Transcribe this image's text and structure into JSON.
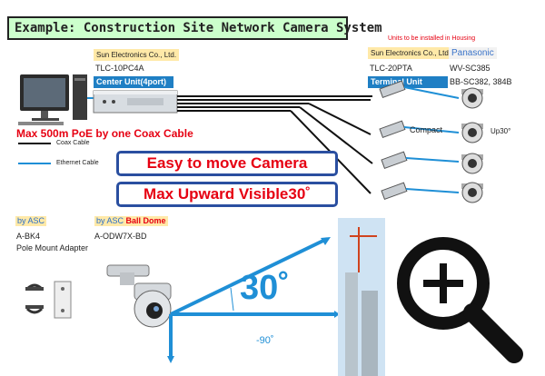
{
  "title": "Example: Construction Site Network Camera System",
  "center": {
    "maker": "Sun Electronics Co., Ltd.",
    "model": "TLC-10PC4A",
    "unit_label": "Center Unit(4port)"
  },
  "terminal": {
    "housing_note": "Units to be installed in Housing",
    "maker": "Sun Electronics Co., Ltd.",
    "model": "TLC-20PTA",
    "unit_label": "Terminal Unit"
  },
  "panasonic": {
    "brand": "Panasonic",
    "model1": "WV-SC385",
    "model2": "BB-SC382, 384B"
  },
  "coax_note": "Max 500m PoE by one Coax Cable",
  "legend": {
    "coax": "Coax Cable",
    "ethernet": "Ethernet Cable"
  },
  "labels": {
    "compact": "Compact",
    "up30": "Up30°"
  },
  "callouts": {
    "easy": "Easy to move Camera",
    "upward": "Max Upward Visible30˚"
  },
  "adapter": {
    "by": "by ASC",
    "model": "A-BK4",
    "name": "Pole Mount Adapter"
  },
  "dome": {
    "by": "by ASC",
    "name": "Ball Dome",
    "model": "A-ODW7X-BD"
  },
  "angle": {
    "up": "30˚",
    "down": "-90˚"
  },
  "colors": {
    "accent_blue": "#1f8fd6",
    "header_blue": "#1f7fc4",
    "red": "#e60012",
    "callout_border": "#2a4fa0",
    "title_bg": "#ccffcc",
    "maker_bg": "#ffe9a8"
  },
  "icons": [
    "pc-icon",
    "center-unit-icon",
    "terminal-unit-icon",
    "dome-camera-icon",
    "ball-dome-camera-icon",
    "mount-adapter-icon",
    "zoom-icon"
  ]
}
